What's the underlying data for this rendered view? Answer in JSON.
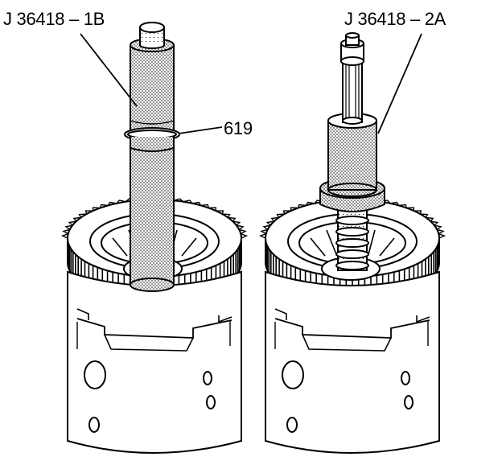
{
  "callouts": {
    "left_tool": "J 36418 – 1B",
    "right_tool": "J 36418 – 2A",
    "part_number": "619"
  },
  "colors": {
    "line": "#000000",
    "background": "#ffffff",
    "stipple": "#000000"
  }
}
